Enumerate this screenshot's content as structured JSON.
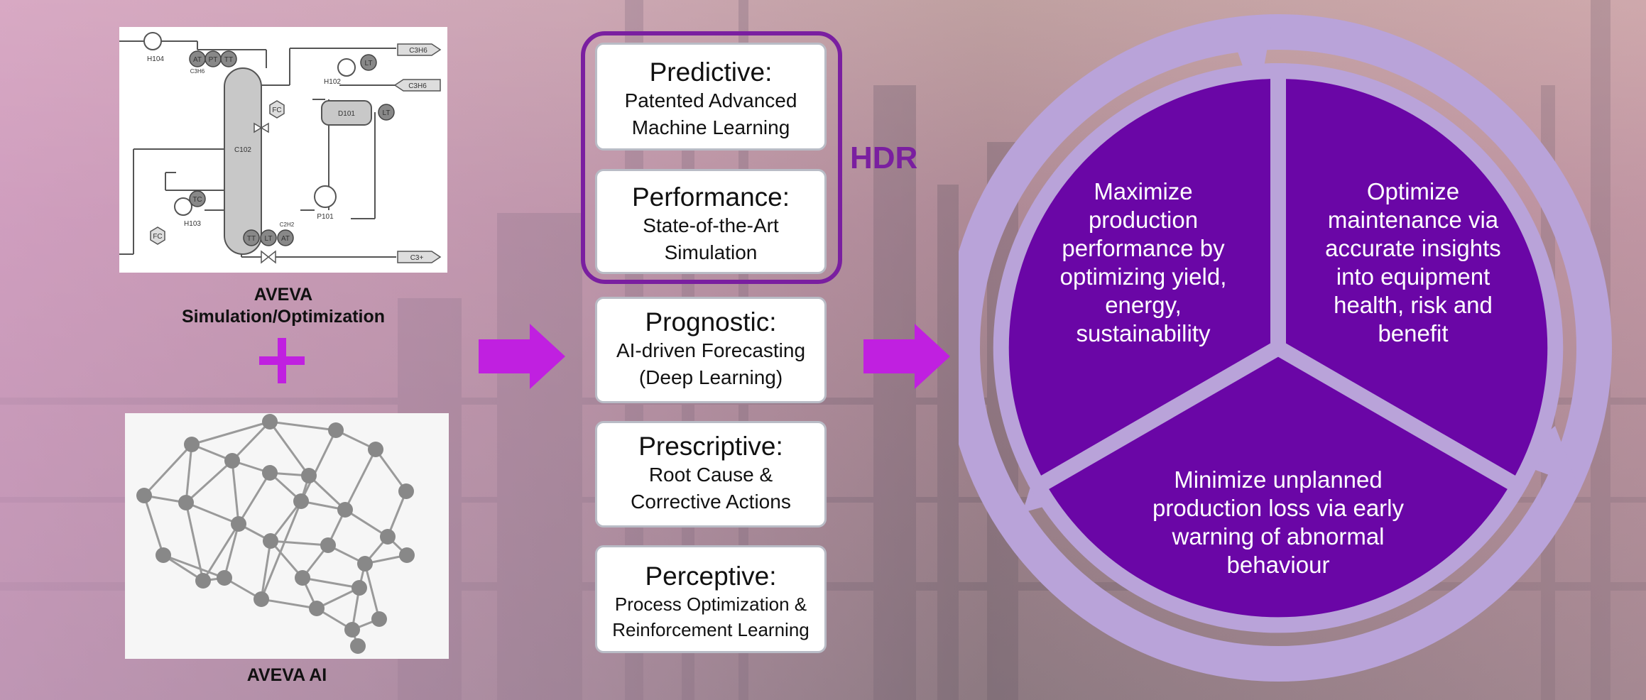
{
  "left": {
    "simulation_caption_line1": "AVEVA",
    "simulation_caption_line2": "Simulation/Optimization",
    "ai_caption": "AVEVA AI",
    "pid_labels": {
      "h104": "H104",
      "c3h6_sub": "C3H6",
      "at": "AT",
      "pt": "PT",
      "tt": "TT",
      "c3h6_out": "C3H6",
      "c3h6_in": "C3H6",
      "h102": "H102",
      "lt_top": "LT",
      "fc_top": "FC",
      "d101": "D101",
      "lt_mid": "LT",
      "c102": "C102",
      "tc": "TC",
      "h103": "H103",
      "p101": "P101",
      "fc_low": "FC",
      "c2h2": "C2H2",
      "tt_b": "TT",
      "lt_b": "LT",
      "at_b": "AT",
      "c3plus": "C3+"
    }
  },
  "levels": {
    "hdr_label": "HDR",
    "items": [
      {
        "title": "Predictive:",
        "line1": "Patented Advanced",
        "line2": "Machine Learning"
      },
      {
        "title": "Performance:",
        "line1": "State-of-the-Art",
        "line2": "Simulation"
      },
      {
        "title": "Prognostic:",
        "line1": "AI-driven Forecasting",
        "line2": "(Deep Learning)"
      },
      {
        "title": "Prescriptive:",
        "line1": "Root Cause &",
        "line2": "Corrective Actions"
      },
      {
        "title": "Perceptive:",
        "line1": "Process Optimization &",
        "line2": "Reinforcement Learning"
      }
    ]
  },
  "cycle": {
    "segments": [
      {
        "lines": [
          "Maximize",
          "production",
          "performance by",
          "optimizing yield,",
          "energy,",
          "sustainability"
        ]
      },
      {
        "lines": [
          "Optimize",
          "maintenance via",
          "accurate insights",
          "into equipment",
          "health, risk and",
          "benefit"
        ]
      },
      {
        "lines": [
          "Minimize unplanned",
          "production loss via early",
          "warning of abnormal",
          "behaviour"
        ]
      }
    ]
  },
  "colors": {
    "arrow": "#c020e0",
    "plus": "#c020e0",
    "hdr": "#7a1fa0",
    "segment": "#6a06a6",
    "ring": "#b9a3d9"
  }
}
